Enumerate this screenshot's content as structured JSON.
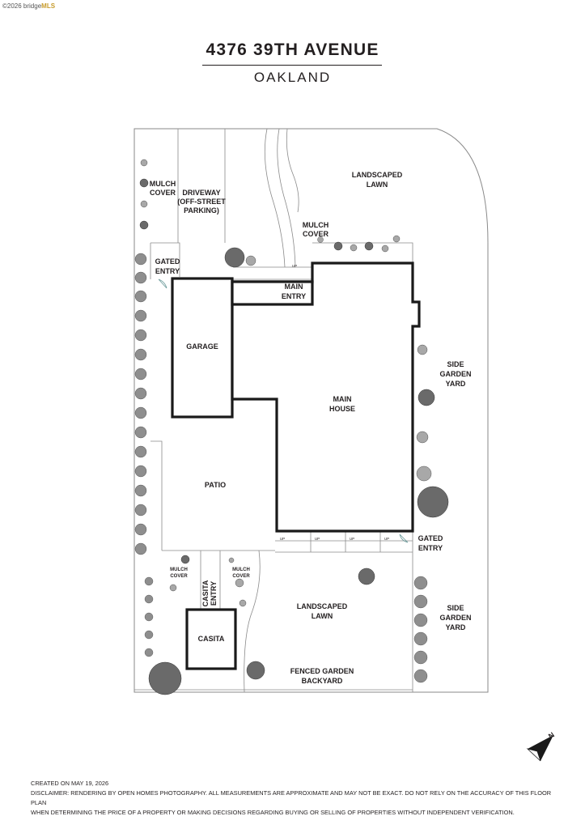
{
  "watermark": {
    "prefix": "©2026 bridge",
    "brand": "MLS"
  },
  "header": {
    "address": "4376 39TH AVENUE",
    "city": "OAKLAND"
  },
  "labels": {
    "mulch_cover_nw": [
      "MULCH",
      "COVER"
    ],
    "driveway": [
      "DRIVEWAY",
      "(OFF-STREET",
      "PARKING)"
    ],
    "landscaped_lawn_front": [
      "LANDSCAPED",
      "LAWN"
    ],
    "mulch_cover_front": [
      "MULCH",
      "COVER"
    ],
    "gated_entry_west": [
      "GATED",
      "ENTRY"
    ],
    "main_entry": [
      "MAIN",
      "ENTRY"
    ],
    "garage": "GARAGE",
    "main_house": [
      "MAIN",
      "HOUSE"
    ],
    "side_garden_yard_upper": [
      "SIDE",
      "GARDEN",
      "YARD"
    ],
    "patio": "PATIO",
    "gated_entry_east": [
      "GATED",
      "ENTRY"
    ],
    "mulch_cover_back_left": [
      "MULCH",
      "COVER"
    ],
    "casita_entry": [
      "CASITA",
      "ENTRY"
    ],
    "mulch_cover_back_right": [
      "MULCH",
      "COVER"
    ],
    "landscaped_lawn_back": [
      "LANDSCAPED",
      "LAWN"
    ],
    "side_garden_yard_lower": [
      "SIDE",
      "GARDEN",
      "YARD"
    ],
    "casita": "CASITA",
    "fenced_garden_backyard": [
      "FENCED GARDEN",
      "BACKYARD"
    ],
    "step_up": "UP",
    "north": "N"
  },
  "footer": {
    "created": "CREATED ON MAY 19, 2026",
    "disclaimer_1": "DISCLAIMER: RENDERING BY OPEN HOMES PHOTOGRAPHY. ALL MEASUREMENTS ARE APPROXIMATE AND MAY NOT BE EXACT. DO NOT RELY ON THE ACCURACY OF THIS FLOOR PLAN",
    "disclaimer_2": "WHEN DETERMINING THE PRICE OF A PROPERTY OR MAKING DECISIONS REGARDING BUYING OR SELLING OF PROPERTIES WITHOUT INDEPENDENT VERIFICATION."
  },
  "colors": {
    "wall": "#1a1a1a",
    "line": "#8a8a8a",
    "plant_dark": "#5c5c5c",
    "plant_light": "#a8a8a8",
    "mls_gold": "#c79b2b"
  }
}
